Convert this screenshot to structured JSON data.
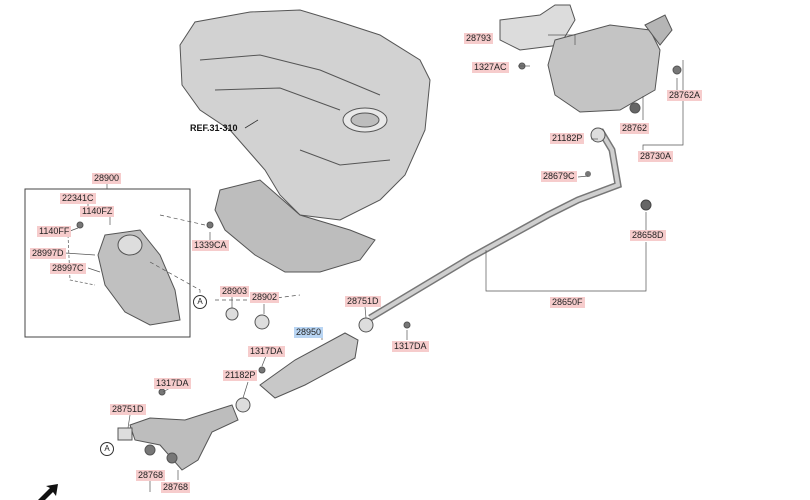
{
  "ref_label": "REF.31-310",
  "marker_a": "A",
  "colors": {
    "label_bg": "#f6cccc",
    "highlight_bg": "#b9d5f3",
    "part_fill": "#c8c8c8",
    "line": "#555555"
  },
  "labels": {
    "p28793": "28793",
    "p1327AC": "1327AC",
    "p28762A": "28762A",
    "p21182P_top": "21182P",
    "p28762": "28762",
    "p28730A": "28730A",
    "p28679C": "28679C",
    "p28658D": "28658D",
    "p28650F": "28650F",
    "p28900": "28900",
    "p22341C": "22341C",
    "p1140FZ": "1140FZ",
    "p1140FF": "1140FF",
    "p28997D": "28997D",
    "p28997C": "28997C",
    "p1339CA": "1339CA",
    "p28903": "28903",
    "p28902": "28902",
    "p28751D_top": "28751D",
    "p28950": "28950",
    "p1317DA_mid": "1317DA",
    "p1317DA_right": "1317DA",
    "p21182P_mid": "21182P",
    "p1317DA_left": "1317DA",
    "p28751D_left": "28751D",
    "p28768_a": "28768",
    "p28768_b": "28768"
  }
}
